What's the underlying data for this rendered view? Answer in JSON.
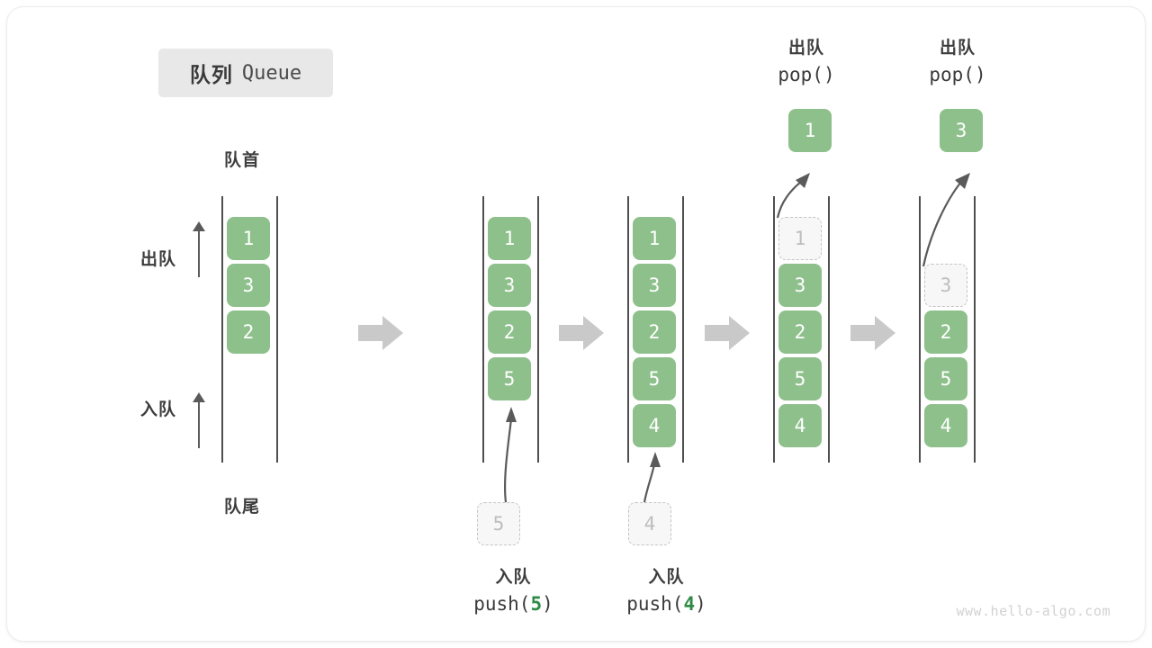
{
  "title": {
    "cn": "队列",
    "en": "Queue"
  },
  "labels": {
    "head": "队首",
    "tail": "队尾",
    "dequeue": "出队",
    "enqueue": "入队"
  },
  "watermark": "www.hello-algo.com",
  "colors": {
    "cell_green": "#8ec08c",
    "ghost_fill": "#f7f7f7",
    "ghost_border": "#c4c4c4",
    "ghost_text": "#bdbdbd",
    "rail": "#4f4f4f",
    "step_arrow": "#c9c9c9",
    "motion_arrow": "#5a5a5a",
    "badge_bg": "#e8e8e8",
    "code_accent": "#2e8b45"
  },
  "steps": [
    {
      "id": "initial",
      "cells": [
        "1",
        "3",
        "2"
      ],
      "ghost": null,
      "popped": null,
      "caption": null
    },
    {
      "id": "push-5",
      "cells": [
        "1",
        "3",
        "2",
        "5"
      ],
      "ghost": {
        "value": "5",
        "position": "below"
      },
      "popped": null,
      "caption": {
        "cn": "入队",
        "fn": "push(",
        "num": "5",
        "fn_close": ")"
      }
    },
    {
      "id": "push-4",
      "cells": [
        "1",
        "3",
        "2",
        "5",
        "4"
      ],
      "ghost": {
        "value": "4",
        "position": "below"
      },
      "popped": null,
      "caption": {
        "cn": "入队",
        "fn": "push(",
        "num": "4",
        "fn_close": ")"
      }
    },
    {
      "id": "pop-1",
      "cells": [
        "3",
        "2",
        "5",
        "4"
      ],
      "ghost": {
        "value": "1",
        "position": "slot0"
      },
      "popped": {
        "value": "1"
      },
      "caption": {
        "cn": "出队",
        "fn": "pop(",
        "num": "",
        "fn_close": ")"
      }
    },
    {
      "id": "pop-3",
      "cells": [
        "2",
        "5",
        "4"
      ],
      "ghost": {
        "value": "3",
        "position": "slot1"
      },
      "popped": {
        "value": "3"
      },
      "caption": {
        "cn": "出队",
        "fn": "pop(",
        "num": "",
        "fn_close": ")"
      }
    }
  ]
}
